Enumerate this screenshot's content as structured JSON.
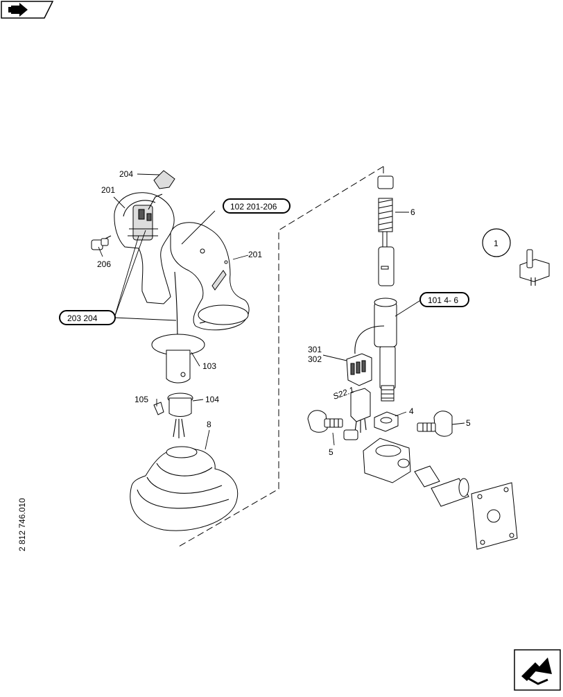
{
  "figure_id": "2 812 746.010",
  "callouts": {
    "c204": "204",
    "c201a": "201",
    "c201b": "201",
    "c206": "206",
    "c102": "102  201-206",
    "c203": "203   204",
    "c103": "103",
    "c105": "105",
    "c104": "104",
    "c8": "8",
    "c6": "6",
    "c1": "1",
    "c101": "101  4- 6",
    "c301": "301",
    "c302": "302",
    "cS22": "S22.1",
    "c4": "4",
    "c5a": "5",
    "c5b": "5"
  },
  "nav": {
    "top_icon": "return-arrow-icon",
    "bottom_icon": "return-arrow-icon"
  }
}
